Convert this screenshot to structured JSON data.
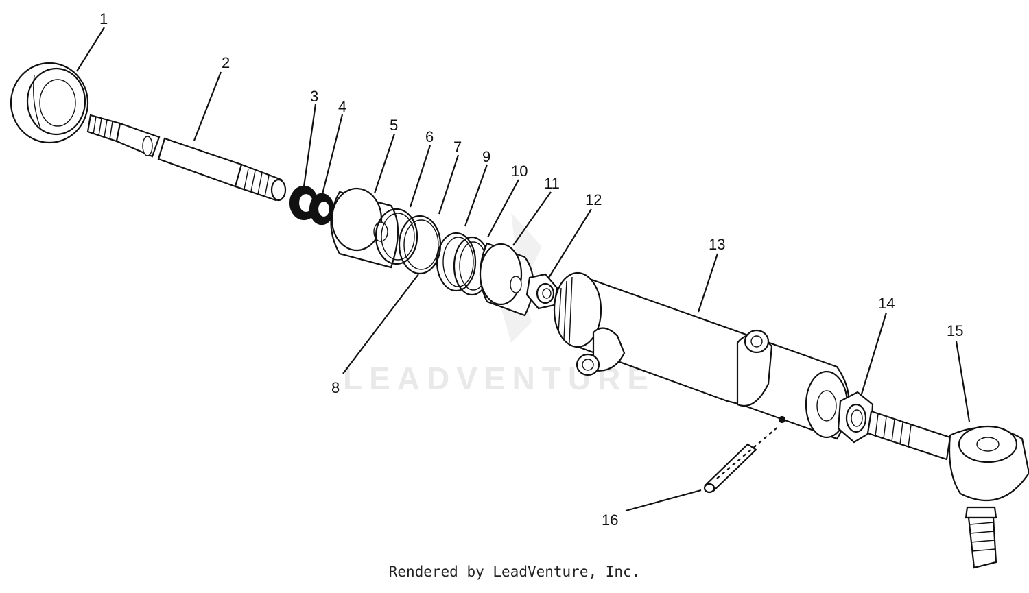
{
  "watermark": "LEADVENTURE",
  "footer": "Rendered by LeadVenture, Inc.",
  "callouts": [
    "1",
    "2",
    "3",
    "4",
    "5",
    "6",
    "7",
    "9",
    "10",
    "11",
    "12",
    "13",
    "14",
    "15",
    "8",
    "16"
  ]
}
